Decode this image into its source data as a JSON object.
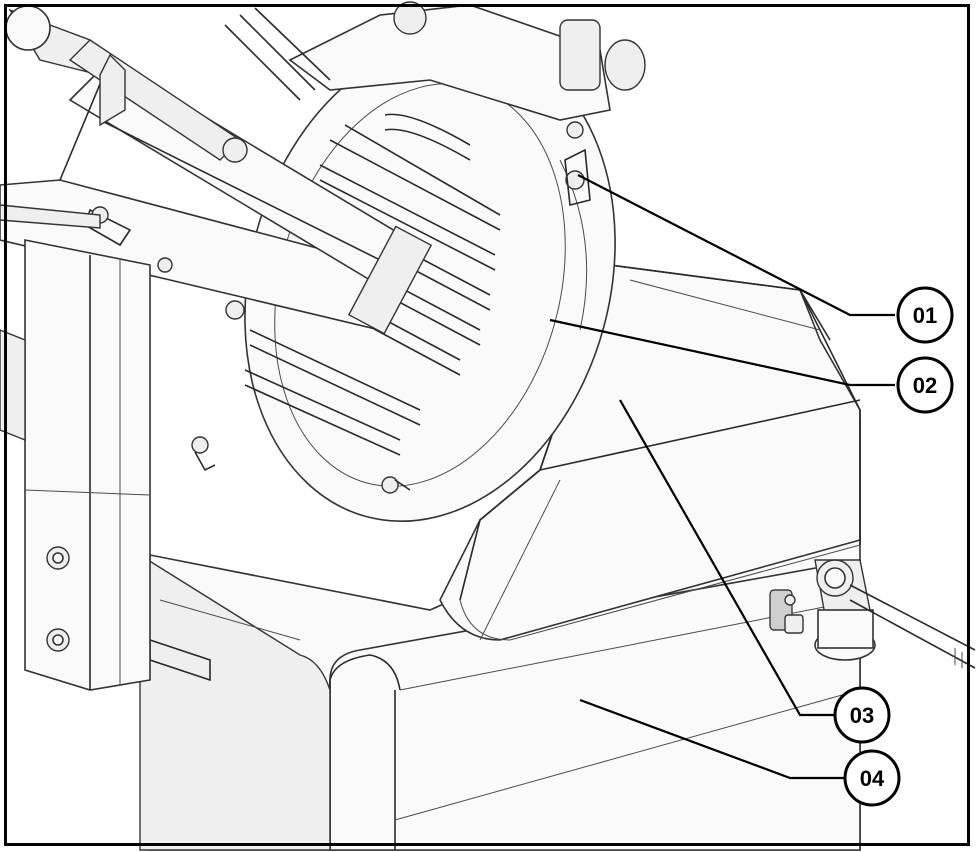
{
  "callouts": [
    {
      "id": "01",
      "label": "01"
    },
    {
      "id": "02",
      "label": "02"
    },
    {
      "id": "03",
      "label": "03"
    },
    {
      "id": "04",
      "label": "04"
    }
  ],
  "colors": {
    "line": "#000000",
    "background": "#ffffff"
  }
}
